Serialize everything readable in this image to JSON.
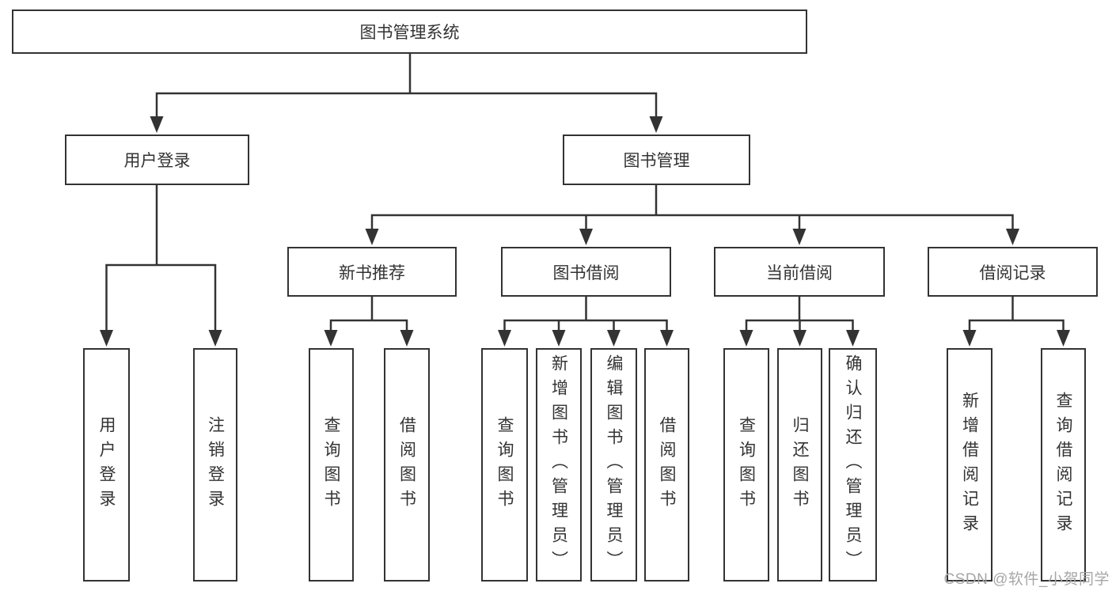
{
  "diagram_title": "图书管理系统",
  "tree": {
    "label": "图书管理系统",
    "children": [
      {
        "label": "用户登录",
        "children": [
          {
            "label": "用户登录"
          },
          {
            "label": "注销登录"
          }
        ]
      },
      {
        "label": "图书管理",
        "children": [
          {
            "label": "新书推荐",
            "children": [
              {
                "label": "查询图书"
              },
              {
                "label": "借阅图书"
              }
            ]
          },
          {
            "label": "图书借阅",
            "children": [
              {
                "label": "查询图书"
              },
              {
                "label": "新增图书（管理员）"
              },
              {
                "label": "编辑图书（管理员）"
              },
              {
                "label": "借阅图书"
              }
            ]
          },
          {
            "label": "当前借阅",
            "children": [
              {
                "label": "查询图书"
              },
              {
                "label": "归还图书"
              },
              {
                "label": "确认归还（管理员）"
              }
            ]
          },
          {
            "label": "借阅记录",
            "children": [
              {
                "label": "新增借阅记录"
              },
              {
                "label": "查询借阅记录"
              }
            ]
          }
        ]
      }
    ]
  },
  "watermark": {
    "text": "CSDN @软件_小贺同学",
    "color": "#a6a6a6"
  },
  "colors": {
    "line": "#333333",
    "box_border": "#333333",
    "text": "#333333",
    "background": "#ffffff"
  }
}
